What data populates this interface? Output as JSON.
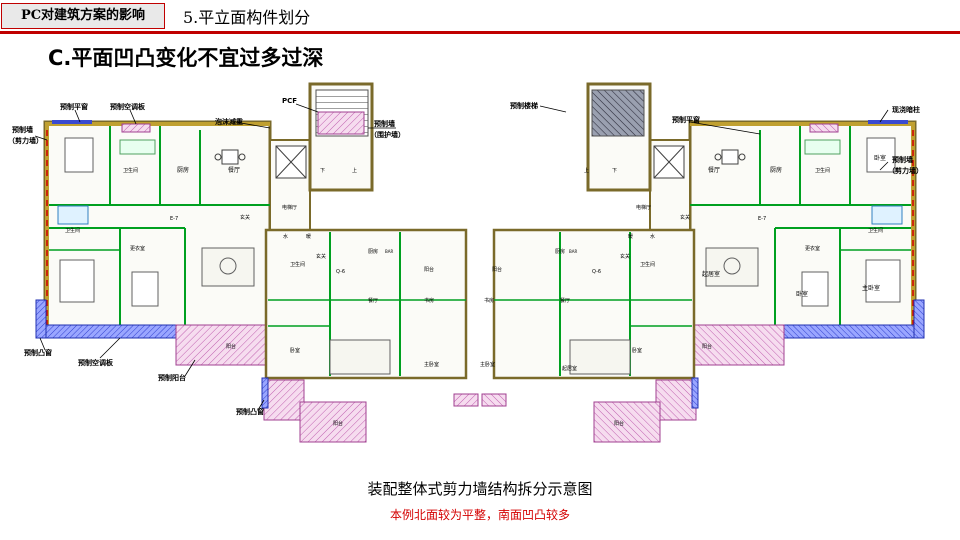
{
  "header": {
    "section_tab": "PC对建筑方案的影响",
    "subtitle": "5.平立面构件划分"
  },
  "title": "C.平面凹凸变化不宜过多过深",
  "plan": {
    "labels": {
      "prefab_flat_window_l": "预制平窗",
      "prefab_ac_board_top": "预制空调板",
      "prefab_wall_l_1": "预制墙",
      "prefab_wall_l_2": "（剪力墙）",
      "foam_concrete": "泡沫减重",
      "pcf": "PCF",
      "prefab_wall_c_1": "预制墙",
      "prefab_wall_c_2": "（围护墙）",
      "prefab_stair": "预制楼梯",
      "prefab_flat_window_r": "预制平窗",
      "cast_column": "现浇暗柱",
      "prefab_wall_r_1": "预制墙",
      "prefab_wall_r_2": "（剪力墙）",
      "prefab_bay_window_l": "预制凸窗",
      "prefab_ac_board_bottom": "预制空调板",
      "prefab_balcony": "预制阳台",
      "prefab_bay_window_b": "预制凸窗"
    },
    "rooms": {
      "bedroom": "卧室",
      "kitchen": "厨房",
      "dining": "餐厅",
      "bathroom": "卫生间",
      "living": "起居室",
      "master_bedroom": "主卧室",
      "balcony": "阳台",
      "study": "书房",
      "elevator_hall": "电梯厅",
      "entrance": "玄关",
      "cloakroom": "更衣室",
      "water": "水",
      "elec": "暖",
      "bar": "BAR",
      "up": "上",
      "down": "下",
      "e7": "E-7",
      "q6": "Q-6"
    }
  },
  "caption": {
    "main": "装配整体式剪力墙结构拆分示意图",
    "note": "本例北面较为平整，南面凹凸较多"
  }
}
